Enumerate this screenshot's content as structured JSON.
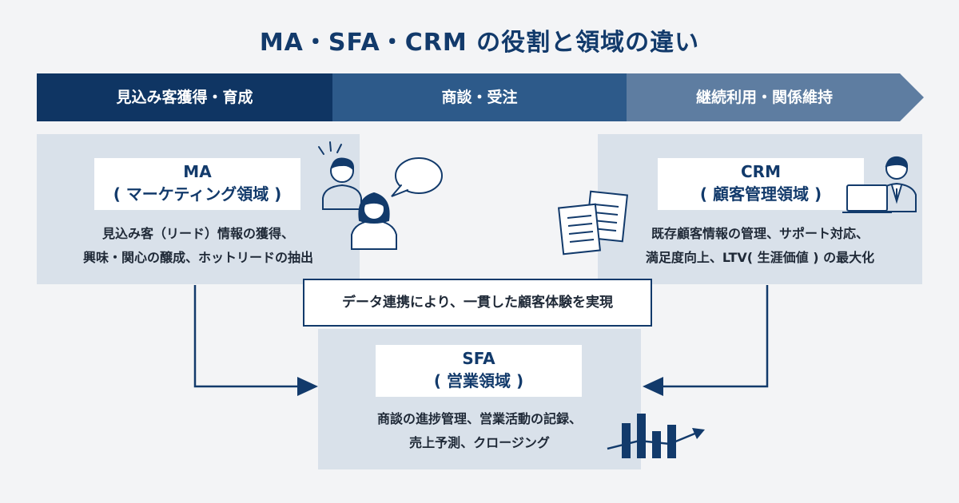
{
  "title": "MA・SFA・CRM の役割と領域の違い",
  "phases": [
    {
      "label": "見込み客獲得・育成",
      "color": "#0f3563"
    },
    {
      "label": "商談・受注",
      "color": "#2d5a8a"
    },
    {
      "label": "継続利用・関係維持",
      "color": "#5e7da1"
    }
  ],
  "ma": {
    "title_line1": "MA",
    "title_line2": "( マーケティング領域 )",
    "desc_line1": "見込み客（リード）情報の獲得、",
    "desc_line2": "興味・関心の醸成、ホットリードの抽出"
  },
  "crm": {
    "title_line1": "CRM",
    "title_line2": "( 顧客管理領域 )",
    "desc_line1": "既存顧客情報の管理、サポート対応、",
    "desc_line2": "満足度向上、LTV( 生涯価値 ) の最大化"
  },
  "link_label": "データ連携により、一貫した顧客体験を実現",
  "sfa": {
    "title_line1": "SFA",
    "title_line2": "( 営業領域 )",
    "desc_line1": "商談の進捗管理、営業活動の記録、",
    "desc_line2": "売上予測、クロージング"
  },
  "colors": {
    "navy": "#123a6b",
    "panel": "#d9e1ea",
    "background": "#f3f4f6"
  },
  "icons": [
    "people-talking-icon",
    "documents-icon",
    "businessman-laptop-icon",
    "bar-chart-growth-icon",
    "arrow-icon"
  ]
}
